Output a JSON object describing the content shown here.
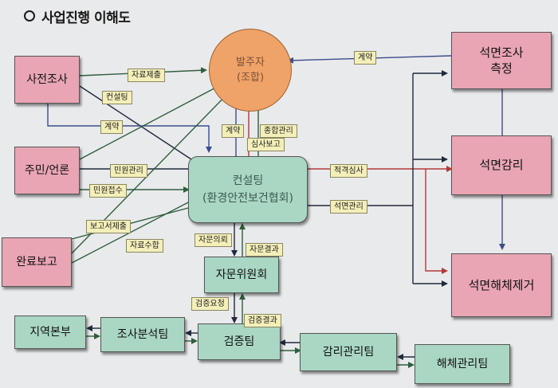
{
  "title": "사업진행 이해도",
  "nodes": {
    "client": {
      "line1": "발주자",
      "line2": "(조합)"
    },
    "prior_survey": "사전조사",
    "residents": "주민/언론",
    "completion": "완료보고",
    "consulting": {
      "line1": "컨설팅",
      "line2": "(환경안전보건협회)"
    },
    "advisory": "자문위원회",
    "regional": "지역본부",
    "analysis": "조사분석팀",
    "verification": "검증팀",
    "supervision_mgmt": "감리관리팀",
    "demolition_mgmt": "해체관리팀",
    "asbestos_survey": "석면조사\n측정",
    "asbestos_supervision": "석면감리",
    "asbestos_removal": "석면해체제거"
  },
  "labels": {
    "data_submit": "자료제출",
    "consulting": "컨설팅",
    "contract_left": "계약",
    "civil_mgmt": "민원관리",
    "civil_receipt": "민원접수",
    "report_submit": "보고서제출",
    "data_collect": "자료수합",
    "contract_mid": "계약",
    "overall_mgmt": "종합관리",
    "review_report": "심사보고",
    "contract_right": "계약",
    "eligibility_review": "적격심사",
    "asbestos_mgmt": "석면관리",
    "advice_request": "자문의뢰",
    "advice_result": "자문결과",
    "verify_request": "검증요청",
    "verify_result": "검증결과"
  }
}
